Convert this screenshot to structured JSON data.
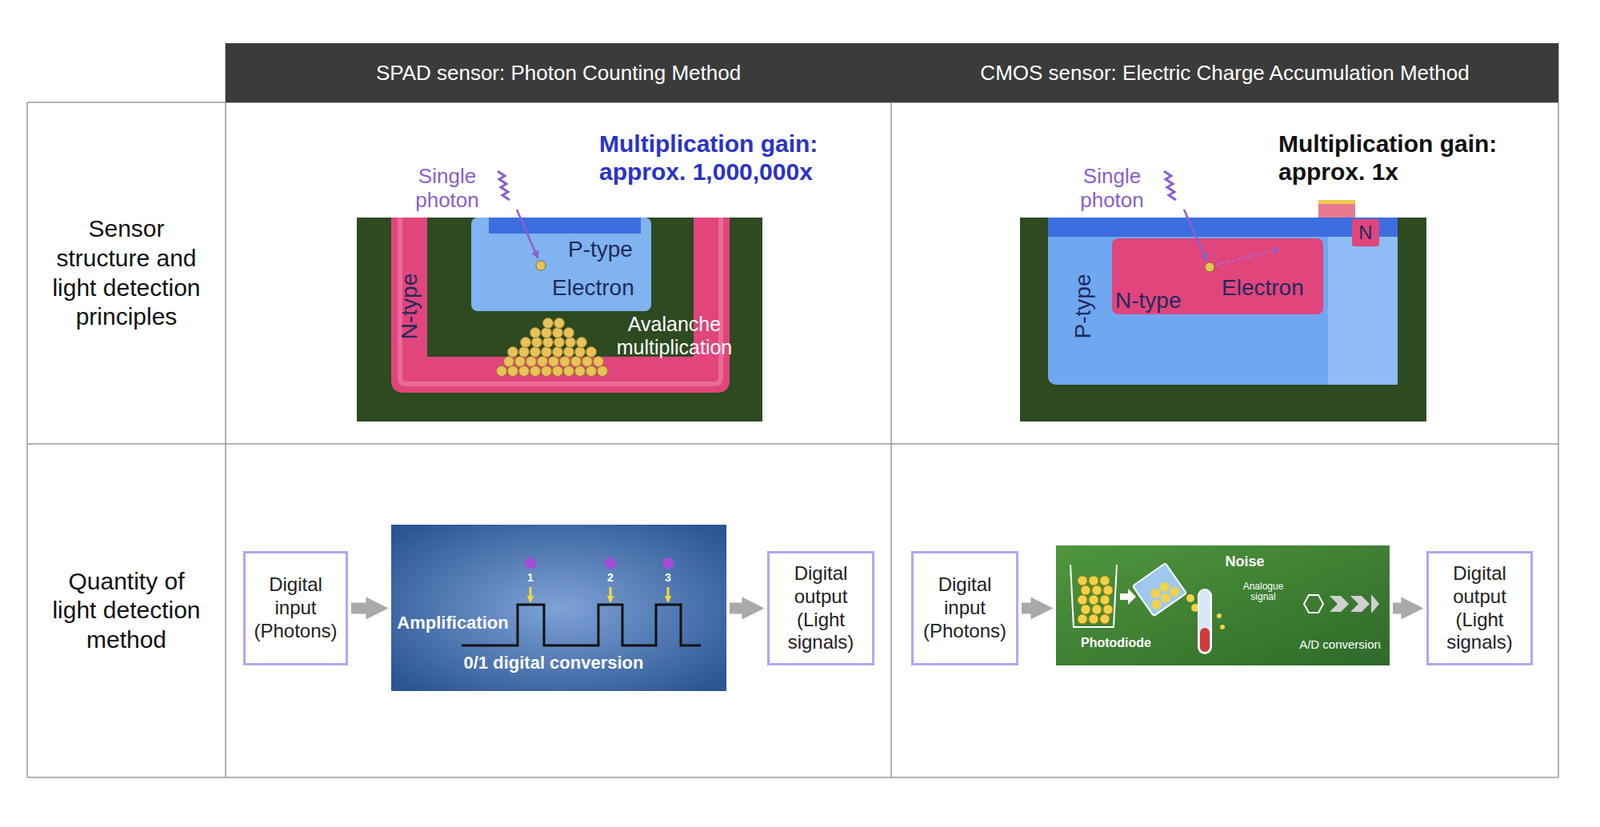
{
  "diagram": {
    "nodes": [
      {
        "text": [
          "SPAD sensor: Photon Counting Method"
        ]
      },
      {
        "text": [
          "CMOS sensor: Electric Charge Accumulation Method"
        ]
      },
      {
        "text": [
          "Sensor structure and light detection principles"
        ]
      },
      {
        "text": [
          "Quantity of light detection method"
        ]
      },
      {
        "text": [
          "Digital input (Photons)"
        ]
      },
      {
        "text": [
          "Amplification",
          "0/1 digital conversion"
        ]
      },
      {
        "text": [
          "Digital output (Light signals)"
        ]
      },
      {
        "text": [
          "Digital input (Photons)"
        ]
      },
      {
        "text": [
          "Noise",
          "Photodiode",
          "Analogue signal",
          "A/D conversion"
        ]
      },
      {
        "text": [
          "Digital output (Light signals)"
        ]
      }
    ],
    "edges": [
      {
        "from": 4,
        "to": 5,
        "arrow": "to"
      },
      {
        "from": 5,
        "to": 6,
        "arrow": "to"
      },
      {
        "from": 7,
        "to": 8,
        "arrow": "to"
      },
      {
        "from": 8,
        "to": 9,
        "arrow": "to"
      }
    ],
    "labels": [
      "Single photon",
      "Multiplication gain: approx. 1,000,000x",
      "P-type",
      "Electron",
      "N-type",
      "Avalanche multiplication",
      "Single photon",
      "Multiplication gain: approx. 1x",
      "N-type",
      "Electron",
      "P-type",
      "N",
      "1",
      "2",
      "3"
    ]
  }
}
